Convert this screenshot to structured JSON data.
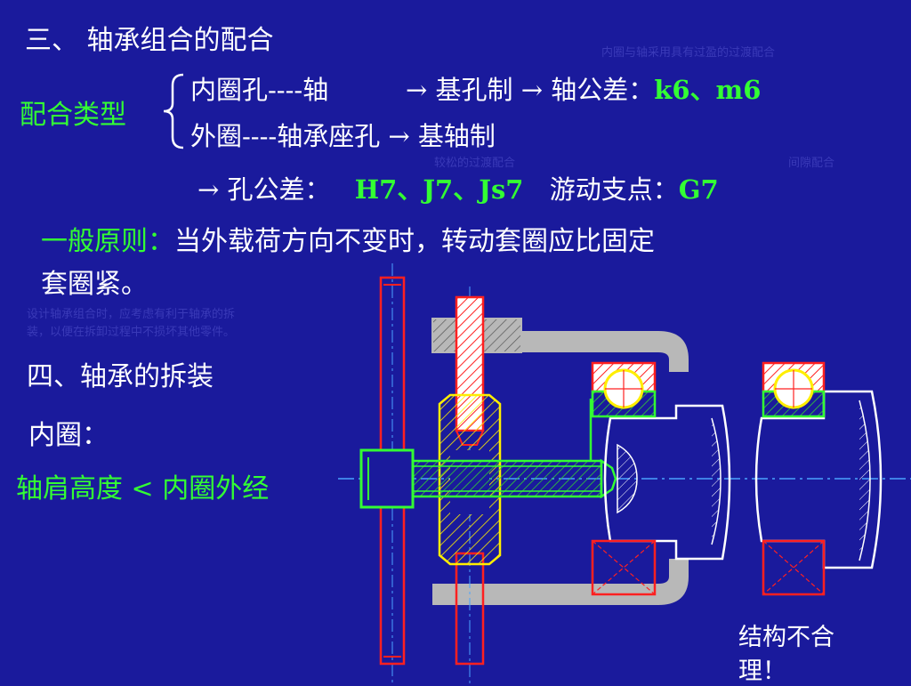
{
  "section3": {
    "title": "三、 轴承组合的配合",
    "fit_type_label": "配合类型",
    "line1_a": "内圈孔----轴",
    "line1_b": "→ 基孔制 → 轴公差：",
    "line1_c": "k6、m6",
    "line2_a": "外圈----轴承座孔 → 基轴制",
    "line3_a": "→ 孔公差：",
    "line3_b": "H7、J7、Js7",
    "line3_c": "游动支点：",
    "line3_d": "G7",
    "note_top": "内圈与轴采用具有过盈的过渡配合",
    "note_left": "较松的过渡配合",
    "note_right": "间隙配合",
    "principle_label": "一般原则：",
    "principle_text1": "当外载荷方向不变时，转动套圈应比固定",
    "principle_text2": "套圈紧。",
    "hint_line1": "设计轴承组合时，应考虑有利于轴承的拆",
    "hint_line2": "装，以便在拆卸过程中不损坏其他零件。"
  },
  "section4": {
    "title": "四、轴承的拆装",
    "inner_ring": "内圈：",
    "rule": "轴肩高度 < 内圈外经",
    "verdict1": "结构不合",
    "verdict2": "理！"
  },
  "colors": {
    "background": "#1a1a9c",
    "text": "#ffffff",
    "highlight": "#33ff33",
    "red": "#ff2020",
    "yellow": "#ffee00",
    "gray": "#b8b8b8"
  }
}
